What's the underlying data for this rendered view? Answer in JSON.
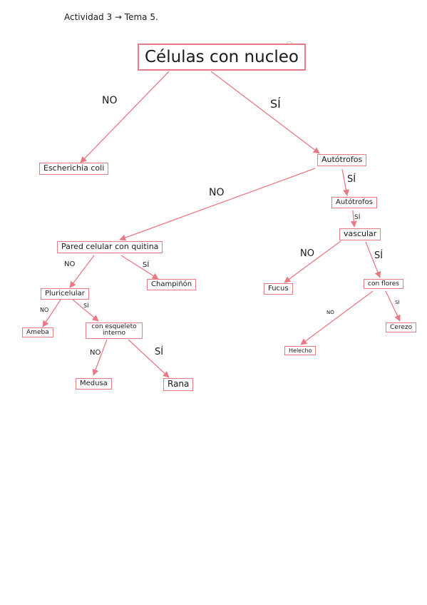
{
  "header": "Actividad 3 → Tema 5.",
  "nodes": {
    "root": "Células con nucleo",
    "escherichia": "Escherichia coli",
    "autotrofos1": "Autótrofos",
    "autotrofos2": "Autótrofos",
    "pared": "Pared celular con quitina",
    "vascular": "vascular",
    "champinon": "Champiñón",
    "fucus": "Fucus",
    "con_flores": "con flores",
    "pluricelular": "Pluricelular",
    "ameba": "Ameba",
    "esqueleto": "con esqueleto interno",
    "cerezo": "Cerezo",
    "helecho": "Helecho",
    "medusa": "Medusa",
    "rana": "Rana"
  },
  "labels": {
    "root_no": "NO",
    "root_si": "SÍ",
    "auto1_no": "NO",
    "auto1_si": "SÍ",
    "auto2_si": "SÍ",
    "vasc_no": "NO",
    "vasc_si": "SÍ",
    "pared_no": "NO",
    "pared_si": "SÍ",
    "pluri_no": "NO",
    "pluri_si": "SÍ",
    "flores_no": "NO",
    "flores_si": "SÍ",
    "esq_no": "NO",
    "esq_si": "SÍ"
  },
  "colors": {
    "edge": "#e87a86",
    "border": "#e87a86",
    "ink": "#1a1a1a"
  }
}
